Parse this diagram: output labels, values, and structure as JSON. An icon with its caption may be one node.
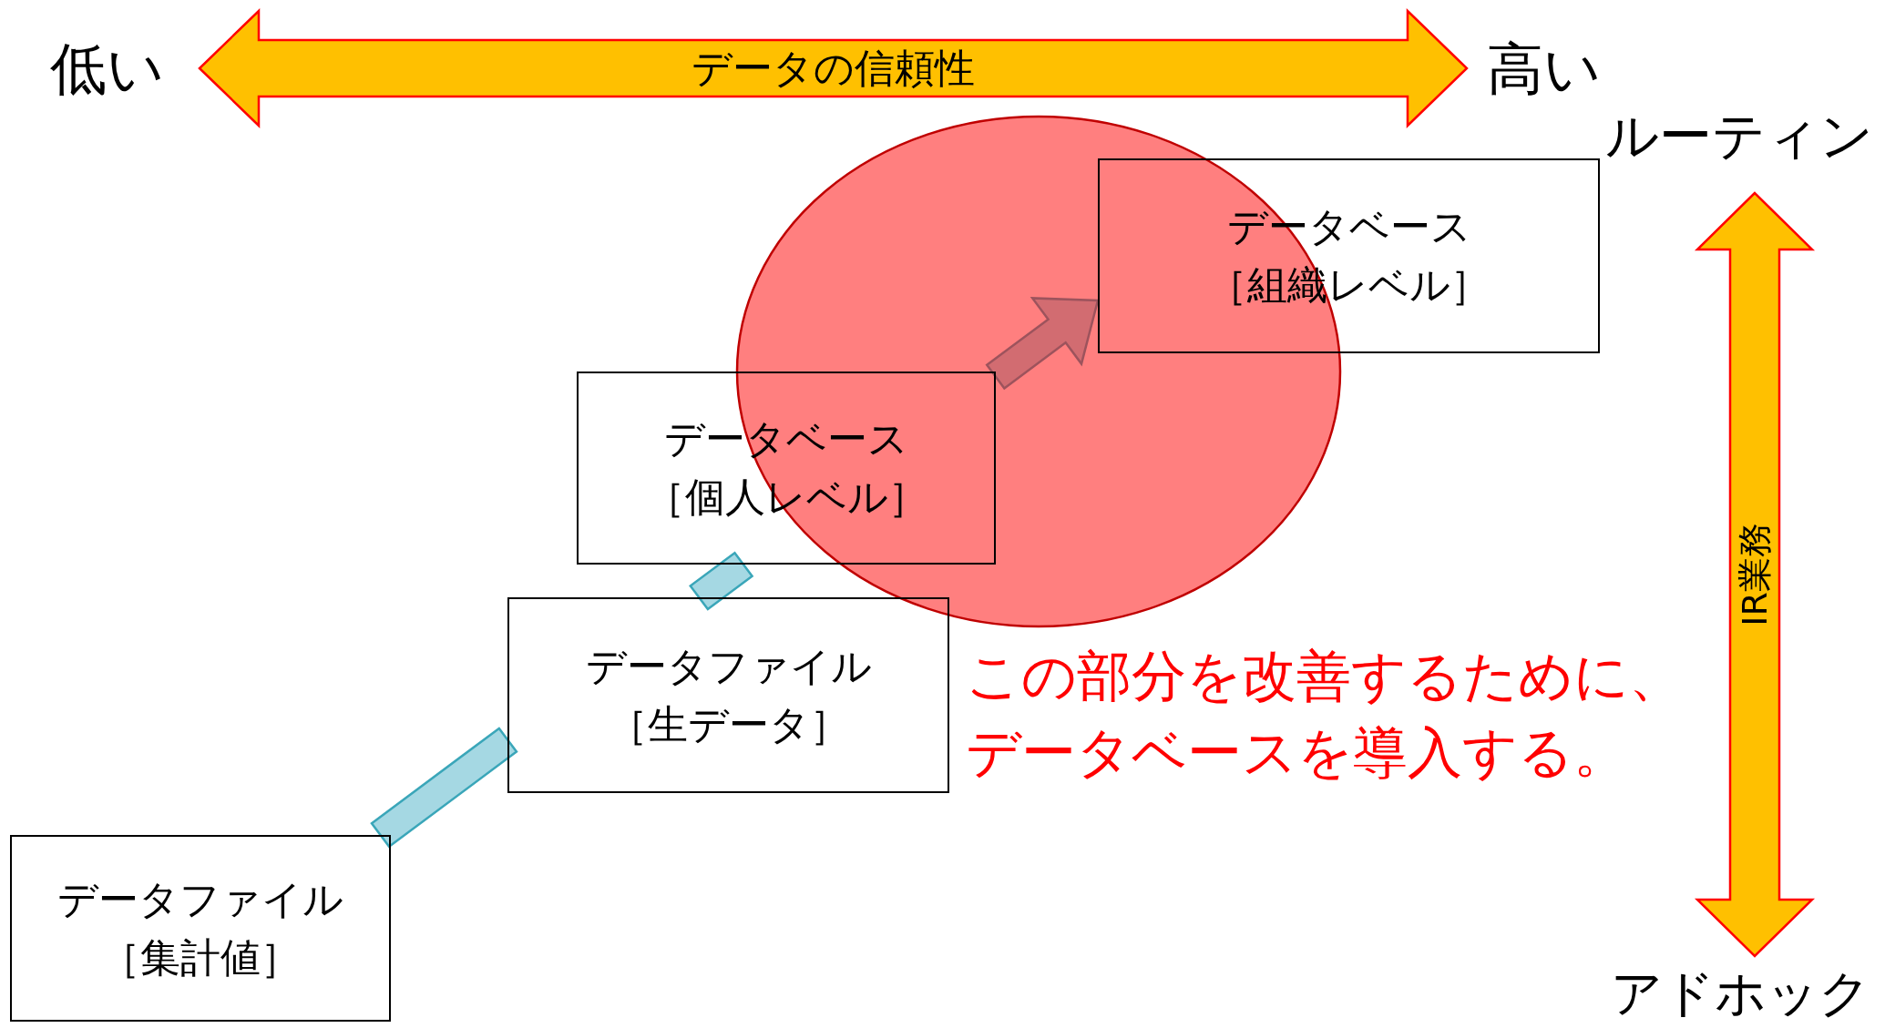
{
  "diagram": {
    "nodes": [
      {
        "text": [
          "低い"
        ]
      },
      {
        "text": [
          "高い"
        ]
      },
      {
        "text": [
          "ルーティン"
        ]
      },
      {
        "text": [
          "データベース",
          "［組織レベル］"
        ]
      },
      {
        "text": [
          "データベース",
          "［個人レベル］"
        ]
      },
      {
        "text": [
          "データファイル",
          "［生データ］"
        ]
      },
      {
        "text": [
          "データファイル",
          "［集計値］"
        ]
      },
      {
        "text": [
          "アドホック"
        ]
      }
    ],
    "edges": [
      {
        "from": 0,
        "to": 1,
        "arrow": "both",
        "label": "データの信頼性",
        "color": "#ffc000"
      },
      {
        "from": 2,
        "to": 7,
        "arrow": "both",
        "label": "IR業務",
        "color": "#ffc000"
      },
      {
        "from": 6,
        "to": 5,
        "arrow": "none",
        "color": "#a5d8e3"
      },
      {
        "from": 5,
        "to": 4,
        "arrow": "none",
        "color": "#a5d8e3"
      },
      {
        "from": 4,
        "to": 3,
        "arrow": "to",
        "color": "#a5d8e3"
      }
    ],
    "labels": [
      "この部分を改善するために、データベースを導入する。"
    ]
  }
}
